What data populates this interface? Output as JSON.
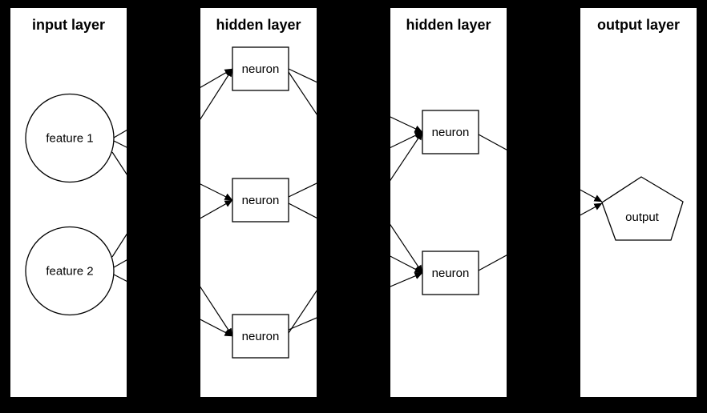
{
  "diagram": {
    "type": "neural-network-architecture",
    "colors": {
      "background": "#000000",
      "panel_fill": "#ffffff",
      "line_stroke": "#000000",
      "text": "#000000"
    },
    "layers": [
      {
        "title": "input layer",
        "nodes": [
          {
            "id": "feature1",
            "label": "feature 1",
            "shape": "circle"
          },
          {
            "id": "feature2",
            "label": "feature 2",
            "shape": "circle"
          }
        ]
      },
      {
        "title": "hidden layer",
        "nodes": [
          {
            "id": "h1n1",
            "label": "neuron",
            "shape": "rect"
          },
          {
            "id": "h1n2",
            "label": "neuron",
            "shape": "rect"
          },
          {
            "id": "h1n3",
            "label": "neuron",
            "shape": "rect"
          }
        ]
      },
      {
        "title": "hidden layer",
        "nodes": [
          {
            "id": "h2n1",
            "label": "neuron",
            "shape": "rect"
          },
          {
            "id": "h2n2",
            "label": "neuron",
            "shape": "rect"
          }
        ]
      },
      {
        "title": "output layer",
        "nodes": [
          {
            "id": "output",
            "label": "output",
            "shape": "pentagon"
          }
        ]
      }
    ],
    "connections": [
      {
        "from": "feature1",
        "to": "h1n1"
      },
      {
        "from": "feature1",
        "to": "h1n2"
      },
      {
        "from": "feature1",
        "to": "h1n3"
      },
      {
        "from": "feature2",
        "to": "h1n1"
      },
      {
        "from": "feature2",
        "to": "h1n2"
      },
      {
        "from": "feature2",
        "to": "h1n3"
      },
      {
        "from": "h1n1",
        "to": "h2n1"
      },
      {
        "from": "h1n1",
        "to": "h2n2"
      },
      {
        "from": "h1n2",
        "to": "h2n1"
      },
      {
        "from": "h1n2",
        "to": "h2n2"
      },
      {
        "from": "h1n3",
        "to": "h2n1"
      },
      {
        "from": "h1n3",
        "to": "h2n2"
      },
      {
        "from": "h2n1",
        "to": "output"
      },
      {
        "from": "h2n2",
        "to": "output"
      }
    ]
  }
}
